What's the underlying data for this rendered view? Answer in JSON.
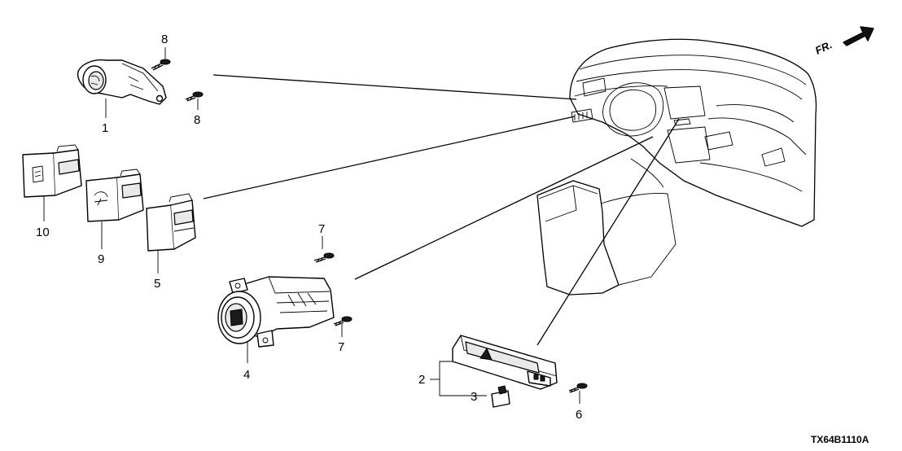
{
  "diagram_code": "TX64B1110A",
  "orientation_label": "FR.",
  "callouts": {
    "p1": "1",
    "p2": "2",
    "p3": "3",
    "p4": "4",
    "p5": "5",
    "p6": "6",
    "p7a": "7",
    "p7b": "7",
    "p8a": "8",
    "p8b": "8",
    "p9": "9",
    "p10": "10"
  }
}
